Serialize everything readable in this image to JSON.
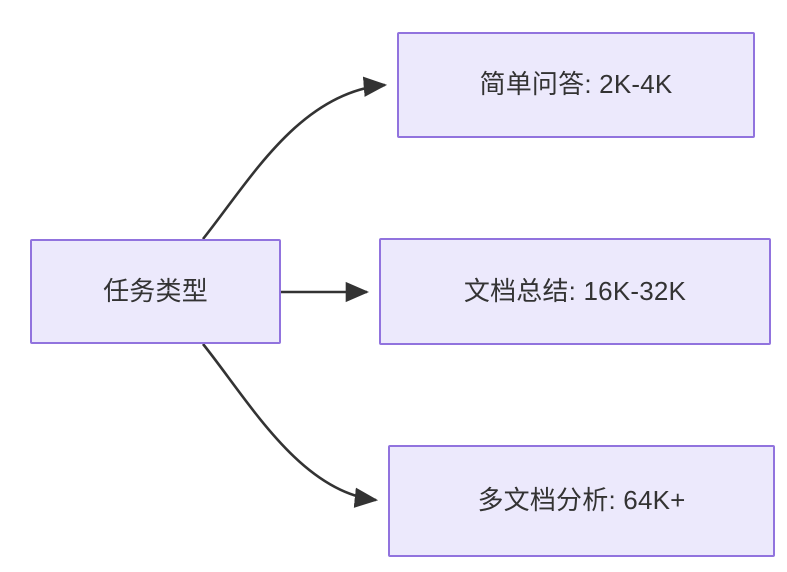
{
  "diagram": {
    "type": "flowchart",
    "direction": "left-to-right",
    "background_color": "#ffffff",
    "node_fill_color": "#ece9fc",
    "node_border_color": "#9173de",
    "node_text_color": "#333333",
    "edge_color": "#333333",
    "source_node": {
      "id": "task-type",
      "label": "任务类型"
    },
    "target_nodes": [
      {
        "id": "simple-qa",
        "label": "简单问答: 2K-4K"
      },
      {
        "id": "doc-summary",
        "label": "文档总结: 16K-32K"
      },
      {
        "id": "multi-doc-analysis",
        "label": "多文档分析: 64K+"
      }
    ],
    "edges": [
      {
        "from": "task-type",
        "to": "simple-qa",
        "style": "curved",
        "arrowhead": "solid-triangle",
        "label": ""
      },
      {
        "from": "task-type",
        "to": "doc-summary",
        "style": "straight",
        "arrowhead": "solid-triangle",
        "label": ""
      },
      {
        "from": "task-type",
        "to": "multi-doc-analysis",
        "style": "curved",
        "arrowhead": "solid-triangle",
        "label": ""
      }
    ]
  }
}
